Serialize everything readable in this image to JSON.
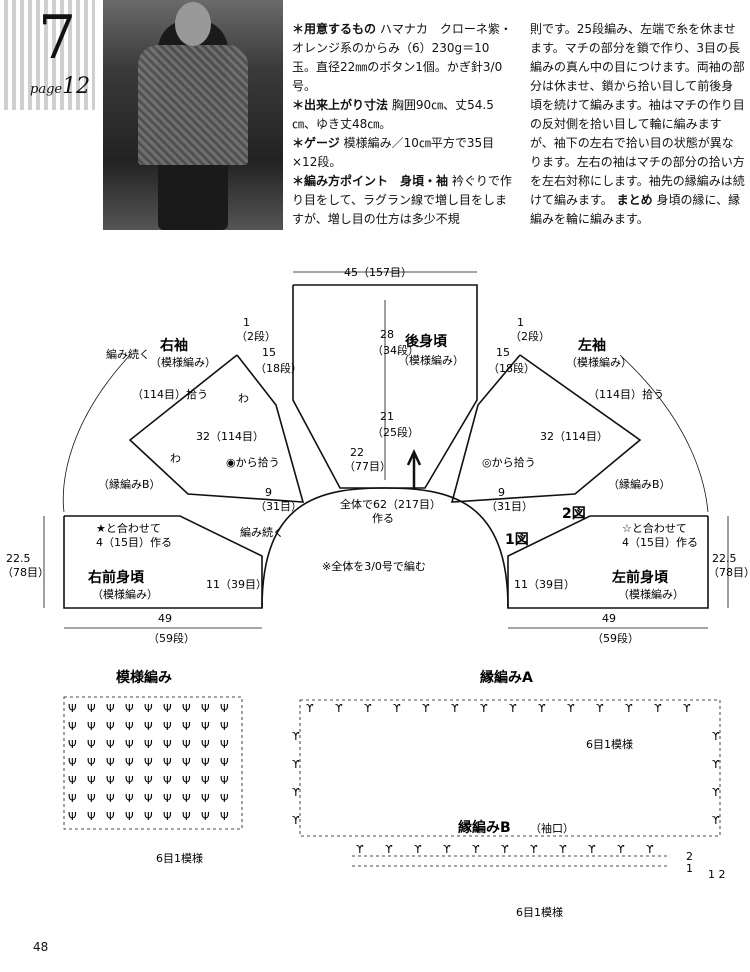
{
  "header": {
    "pattern_number": "7",
    "page_label": "page",
    "page_ref": "12"
  },
  "intro": {
    "materials_label": "＊用意するもの",
    "materials": "ハマナカ　クローネ紫・オレンジ系のからみ（6）230g＝10玉。直径22㎜のボタン1個。かぎ針3/0号。",
    "size_label": "＊出来上がり寸法",
    "size": "胸囲90㎝、丈54.5㎝、ゆき丈48㎝。",
    "gauge_label": "＊ゲージ",
    "gauge": "模様編み／10㎝平方で35目×12段。",
    "points_label": "＊編み方ポイント　身頃・袖",
    "points": "衿ぐりで作り目をして、ラグラン線で増し目をしますが、増し目の仕方は多少不規",
    "col2": "則です。25段編み、左端で糸を休ませます。マチの部分を鎖で作り、3目の長編みの真ん中の目につけます。両袖の部分は休ませ、鎖から拾い目して前後身頃を続けて編みます。袖はマチの作り目の反対側を拾い目して輪に編みますが、袖下の左右で拾い目の状態が異なります。左右の袖はマチの部分の拾い方を左右対称にします。袖先の縁編みは続けて編みます。",
    "finish_label": "まとめ",
    "finish": "身頃の縁に、縁編みを輪に編みます。"
  },
  "diagram": {
    "back_title": "後身頃",
    "back_sub": "（模様編み）",
    "back_width": "45（157目）",
    "back_len1": "28",
    "back_len1b": "（34段）",
    "back_len2": "21",
    "back_len2b": "（25段）",
    "back_bottom": "22",
    "back_bottom_b": "（77目）",
    "neck": "全体で62（217目）",
    "neck_b": "作る",
    "hook_note": "※全体を3/0号で編む",
    "rsleeve_title": "右袖",
    "rsleeve_sub": "（模様編み）",
    "lsleeve_title": "左袖",
    "lsleeve_sub": "（模様編み）",
    "sl_top": "1",
    "sl_top_b": "（2段）",
    "sl_15": "15",
    "sl_15b": "（18段）",
    "pick114": "（114目）拾う",
    "len32": "32（114目）",
    "pick_circle": "◉から拾う",
    "pick_circle_l": "◎から拾う",
    "edge_b": "（縁編みB）",
    "raglan9": "9",
    "raglan9b": "（31目）",
    "wa": "わ",
    "cont1": "編み続く",
    "cont2": "編み続く",
    "rfront_title": "右前身頃",
    "rfront_sub": "（模様編み）",
    "lfront_title": "左前身頃",
    "lfront_sub": "（模様編み）",
    "front_h": "22.5",
    "front_hb": "（78目）",
    "front_w": "49",
    "front_wb": "（59段）",
    "front11": "11（39目）",
    "star_note_r": "★と合わせて",
    "star_note_r2": "4（15目）作る",
    "star_note_l": "☆と合わせて",
    "star_note_l2": "4（15目）作る",
    "fig1": "1図",
    "fig2": "2図"
  },
  "charts": {
    "pattern_title": "模様編み",
    "pattern_repeat": "6目1模様",
    "edgeA_title": "縁編みA",
    "edgeA_repeat": "6目1模様",
    "edgeB_title": "縁編みB",
    "edgeB_sub": "（袖口）",
    "edgeB_repeat": "6目1模様",
    "row2": "2",
    "row1": "1",
    "row_nums": "1 2"
  },
  "footer": {
    "page_number": "48"
  }
}
